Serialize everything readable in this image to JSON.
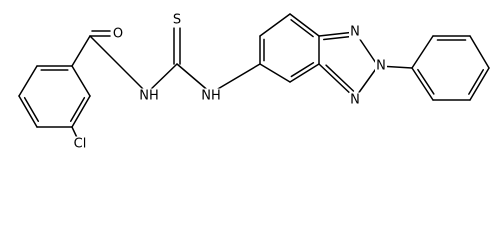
{
  "molecule": {
    "atom_labels": {
      "carbonyl_oxygen": "O",
      "thione_sulfur": "S",
      "amide_nh": "NH",
      "thiourea_nh": "NH",
      "triazole_n1": "N",
      "triazole_n2": "N",
      "triazole_n3": "N",
      "chlorine": "Cl"
    },
    "colors": {
      "bond": "#000000",
      "label": "#000000",
      "background": "#ffffff"
    }
  }
}
